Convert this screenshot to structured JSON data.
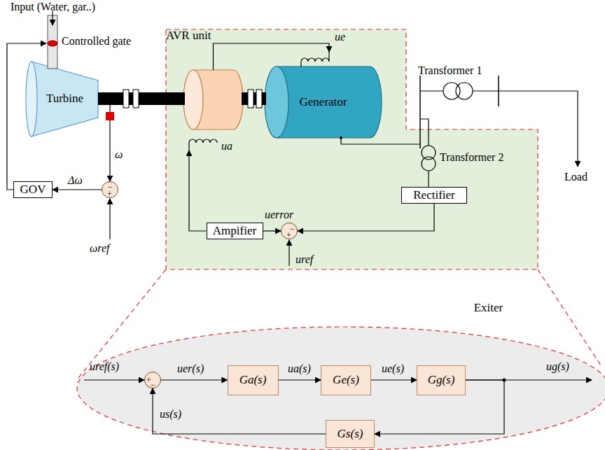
{
  "diagram": {
    "nodes": [
      {
        "text": [
          "Turbine"
        ]
      },
      {
        "text": [
          "GOV"
        ]
      },
      {
        "text": [
          "−",
          "+"
        ]
      },
      {
        "text": [
          "AVR unit"
        ]
      },
      {
        "text": [
          "Exiter"
        ],
        "in": 3
      },
      {
        "text": [
          "Generator"
        ],
        "in": 3
      },
      {
        "text": [
          "Rectifier"
        ],
        "in": 3
      },
      {
        "text": [
          "Ampifier"
        ],
        "in": 3
      },
      {
        "text": [
          "−",
          "+"
        ],
        "in": 3
      },
      {
        "text": [
          "+",
          "−"
        ]
      },
      {
        "text": [
          "Ga(s)"
        ]
      },
      {
        "text": [
          "Ge(s)"
        ]
      },
      {
        "text": [
          "Gg(s)"
        ]
      },
      {
        "text": [
          "Gs(s)"
        ]
      }
    ],
    "edges": [
      {
        "from": 0,
        "to": 2,
        "label": "ω",
        "arrow": "to"
      },
      {
        "from": 2,
        "to": 1,
        "label": "Δω",
        "arrow": "to"
      },
      {
        "from": 4,
        "to": 5,
        "label": "ue",
        "arrow": "to"
      },
      {
        "from": 7,
        "to": 4,
        "arrow": "to"
      },
      {
        "from": 6,
        "to": 8,
        "arrow": "to"
      },
      {
        "from": 8,
        "to": 7,
        "label": "uerror",
        "arrow": "to"
      },
      {
        "from": 9,
        "to": 10,
        "label": "uer(s)",
        "arrow": "to"
      },
      {
        "from": 10,
        "to": 11,
        "label": "ua(s)",
        "arrow": "to"
      },
      {
        "from": 11,
        "to": 12,
        "label": "ue(s)",
        "arrow": "to"
      },
      {
        "from": 12,
        "to": 13,
        "arrow": "to"
      },
      {
        "from": 13,
        "to": 9,
        "label": "us(s)",
        "arrow": "to"
      }
    ],
    "labels": [
      "Input (Water, gar..)",
      "Controlled gate",
      "ωref",
      "ua",
      "Transformer 1",
      "Transformer 2",
      "Load",
      "uref",
      "uref(s)",
      "ug(s)"
    ]
  }
}
